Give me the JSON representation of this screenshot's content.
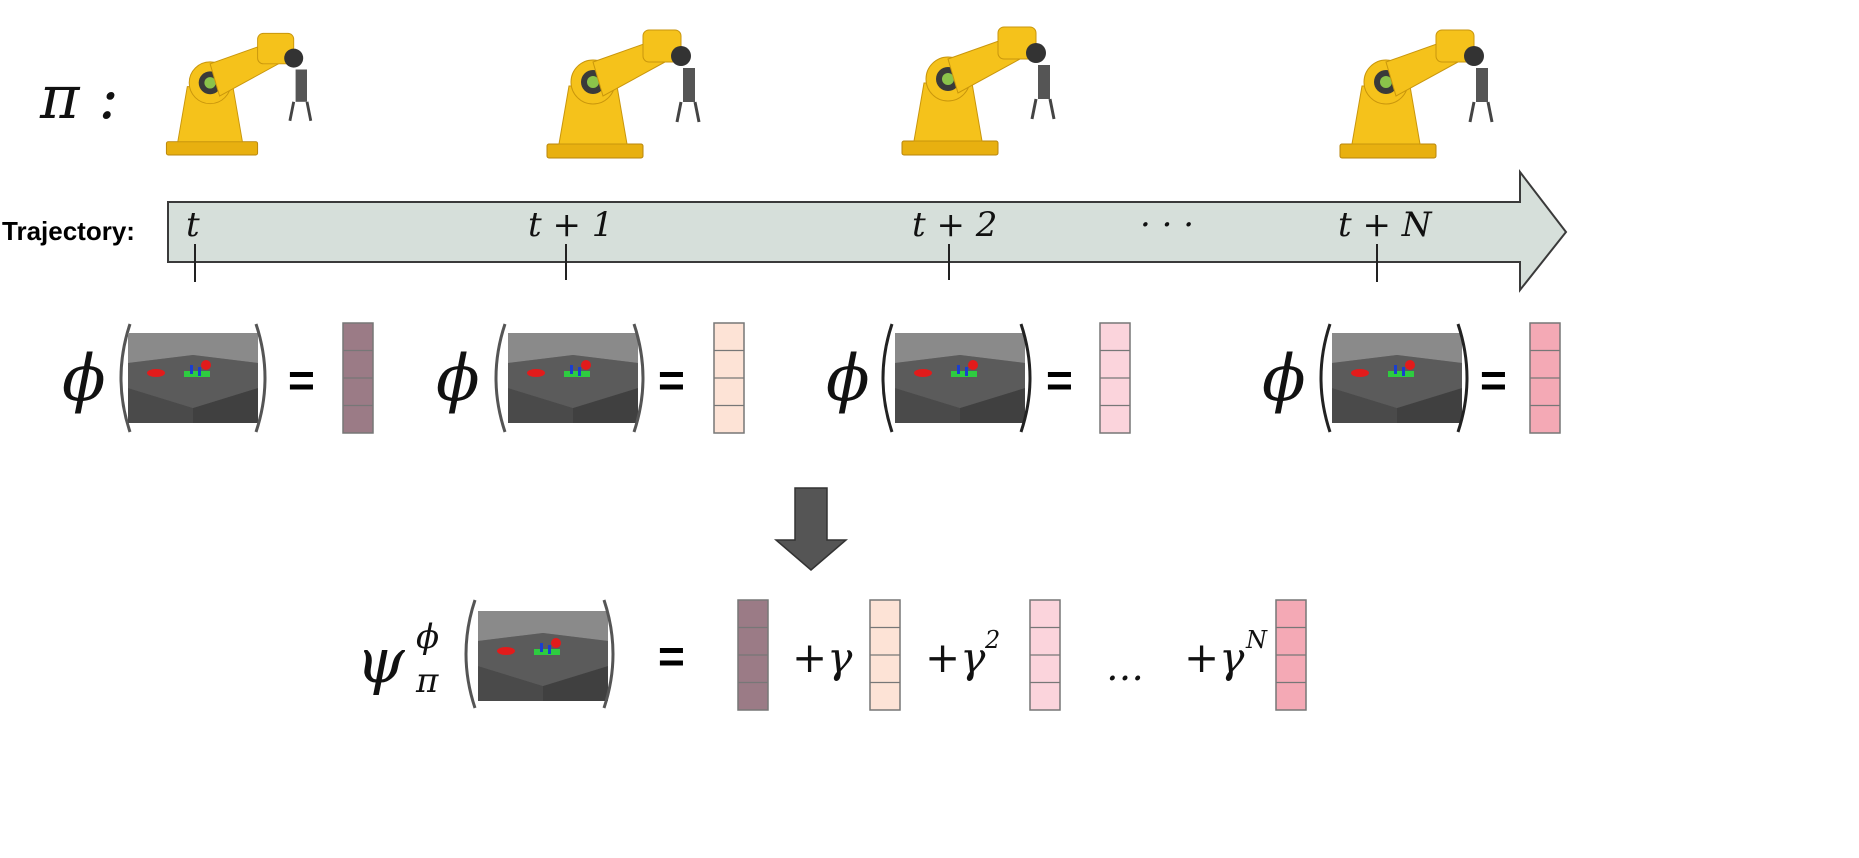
{
  "policy_symbol": "π :",
  "trajectory_label": "Trajectory:",
  "timesteps": [
    "t",
    "t + 1",
    "t + 2",
    "· · ·",
    "t + N"
  ],
  "feature_symbol": "ϕ",
  "equals": "=",
  "successor_lhs": {
    "base": "ψ",
    "sup": "ϕ",
    "sub": "π"
  },
  "sum_terms": [
    "+γ",
    "+γ",
    "2",
    "…",
    "+γ",
    "N"
  ],
  "colors": {
    "arrow_fill": "#d6dfda",
    "arrow_stroke": "#3a3a3a",
    "feature_vectors": [
      "#9b7b86",
      "#fde3d6",
      "#fbd4dc",
      "#f4a9b5"
    ],
    "down_arrow": "#555555",
    "robot_yellow": "#f5c21b"
  }
}
